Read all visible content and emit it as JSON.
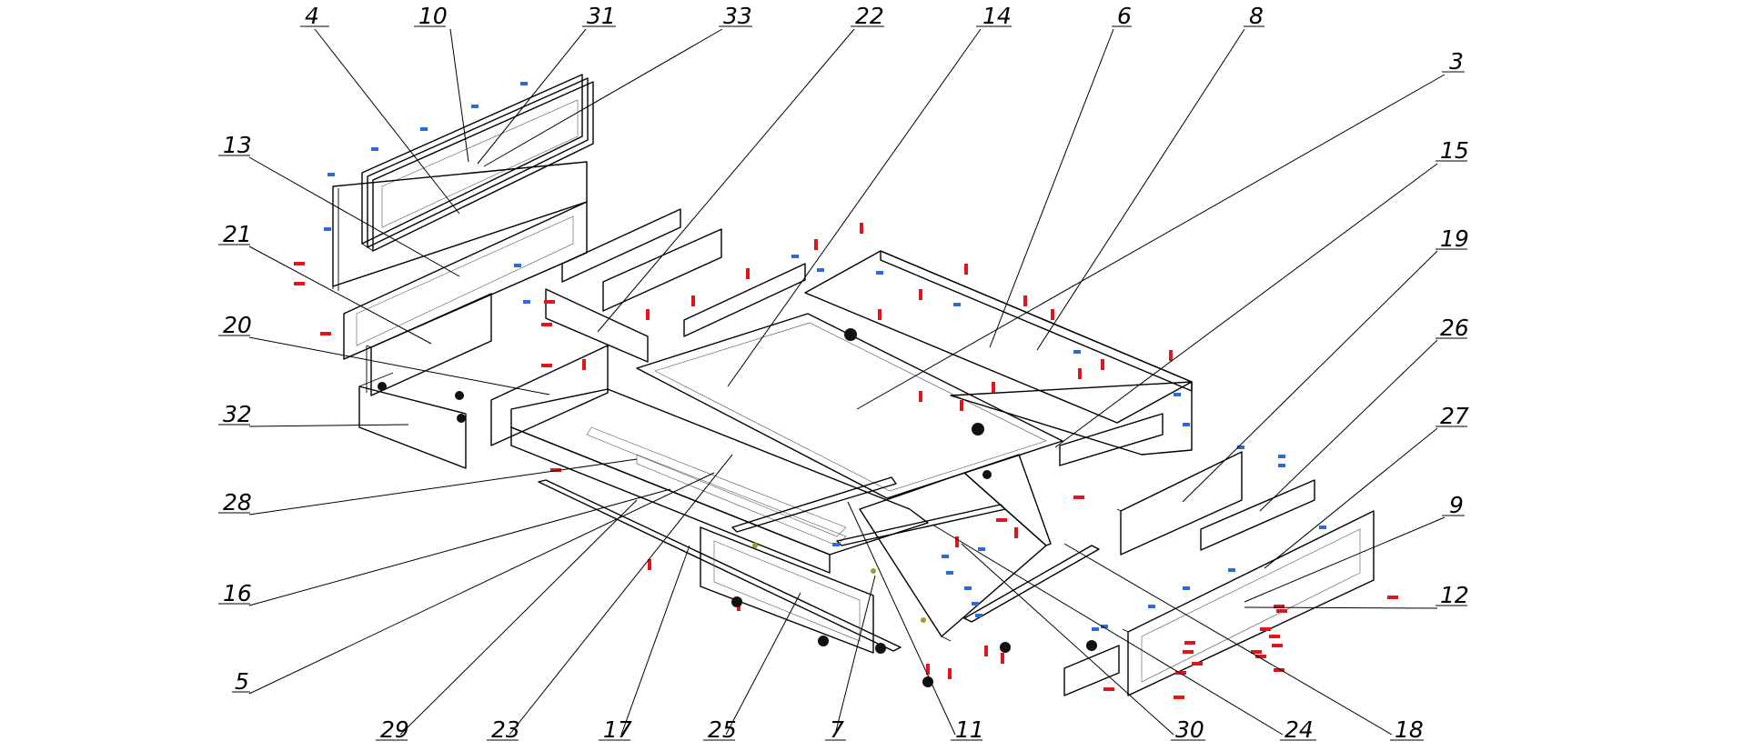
{
  "drawing": {
    "colors": {
      "line": "#000000",
      "pin_red": "#e0161b",
      "cam_blue": "#2a6bd8",
      "hardware_black": "#111111",
      "marker_olive": "#a39a2a"
    },
    "callouts": [
      {
        "id": "c4",
        "label": "4"
      },
      {
        "id": "c10",
        "label": "10"
      },
      {
        "id": "c31",
        "label": "31"
      },
      {
        "id": "c33",
        "label": "33"
      },
      {
        "id": "c22",
        "label": "22"
      },
      {
        "id": "c14",
        "label": "14"
      },
      {
        "id": "c6",
        "label": "6"
      },
      {
        "id": "c8",
        "label": "8"
      },
      {
        "id": "c3",
        "label": "3"
      },
      {
        "id": "c15",
        "label": "15"
      },
      {
        "id": "c19",
        "label": "19"
      },
      {
        "id": "c26",
        "label": "26"
      },
      {
        "id": "c27",
        "label": "27"
      },
      {
        "id": "c9",
        "label": "9"
      },
      {
        "id": "c12",
        "label": "12"
      },
      {
        "id": "c13",
        "label": "13"
      },
      {
        "id": "c21",
        "label": "21"
      },
      {
        "id": "c20",
        "label": "20"
      },
      {
        "id": "c32",
        "label": "32"
      },
      {
        "id": "c28",
        "label": "28"
      },
      {
        "id": "c16",
        "label": "16"
      },
      {
        "id": "c5",
        "label": "5"
      },
      {
        "id": "c29",
        "label": "29"
      },
      {
        "id": "c23",
        "label": "23"
      },
      {
        "id": "c17",
        "label": "17"
      },
      {
        "id": "c25",
        "label": "25"
      },
      {
        "id": "c7",
        "label": "7"
      },
      {
        "id": "c11",
        "label": "11"
      },
      {
        "id": "c30",
        "label": "30"
      },
      {
        "id": "c24",
        "label": "24"
      },
      {
        "id": "c18",
        "label": "18"
      }
    ]
  }
}
